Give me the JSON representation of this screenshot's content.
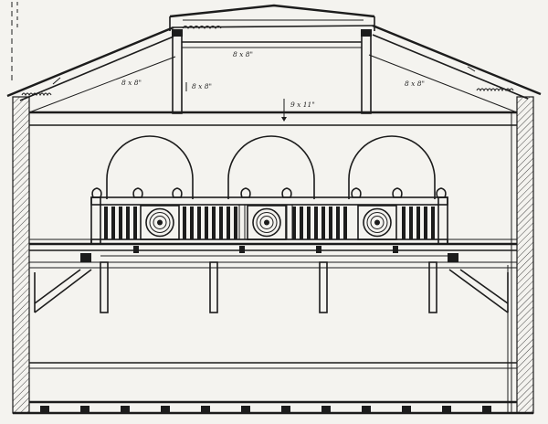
{
  "drawing": {
    "dimensions": {
      "ridge_beam": "8 x 8\"",
      "left_rafter": "8 x 8\"",
      "left_post": "8 x 8\"",
      "tie_beam": "9 x 11\"",
      "right_rafter": "8 x 8\""
    }
  }
}
